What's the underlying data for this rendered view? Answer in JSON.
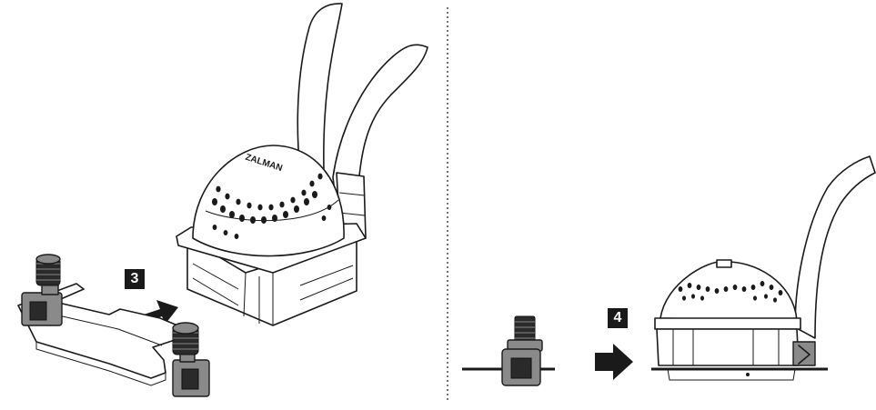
{
  "steps": [
    {
      "number": "3"
    },
    {
      "number": "4"
    }
  ],
  "product": {
    "logo_text": "ZALMAN"
  },
  "colors": {
    "ink": "#1a1a1a",
    "badge_bg": "#1a1a1a",
    "badge_text": "#ffffff",
    "part_gray": "#8a8a8a",
    "background": "#ffffff"
  },
  "icons": {
    "direction_arrow": "arrow-right-icon"
  }
}
